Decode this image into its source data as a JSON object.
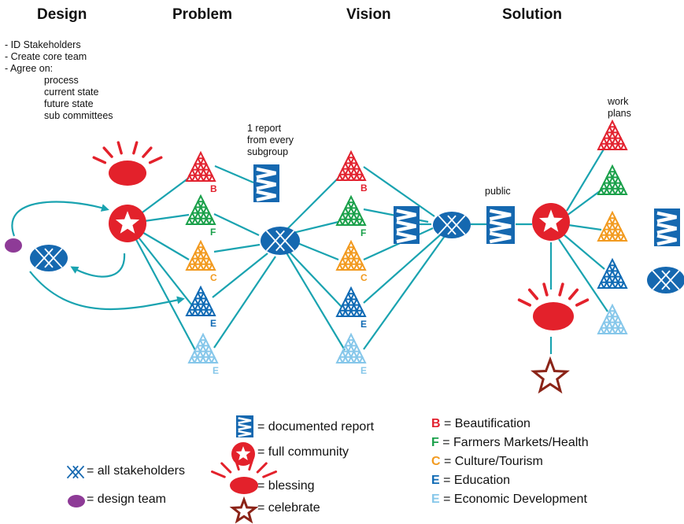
{
  "headers": {
    "design": "Design",
    "problem": "Problem",
    "vision": "Vision",
    "solution": "Solution"
  },
  "design_notes": {
    "l1": "- ID Stakeholders",
    "l2": "- Create core team",
    "l3": "- Agree on:",
    "l4": "process",
    "l5": "current state",
    "l6": "future state",
    "l7": "sub committees"
  },
  "annotations": {
    "report_l1": "1 report",
    "report_l2": "from every",
    "report_l3": "subgroup",
    "public": "public",
    "work_l1": "work",
    "work_l2": "plans"
  },
  "groups": [
    {
      "letter": "B",
      "name": "Beautification",
      "color": "#e2222f"
    },
    {
      "letter": "F",
      "name": "Farmers Markets/Health",
      "color": "#1aa04a"
    },
    {
      "letter": "C",
      "name": "Culture/Tourism",
      "color": "#f29a1f"
    },
    {
      "letter": "E",
      "name": "Education",
      "color": "#0f6ab4"
    },
    {
      "letter": "E",
      "name": "Economic Development",
      "color": "#86c7ea"
    }
  ],
  "legend_symbols": {
    "report": "= documented report",
    "community": "= full community",
    "blessing": "= blessing",
    "celebrate": "= celebrate",
    "stakeholders": "= all stakeholders",
    "design_team": "= design team"
  },
  "legend_codes": {
    "b_letter": "B",
    "b_text": "= Beautification",
    "f_letter": "F",
    "f_text": "= Farmers Markets/Health",
    "c_letter": "C",
    "c_text": "= Culture/Tourism",
    "e_letter": "E",
    "e_text": "= Education",
    "e2_letter": "E",
    "e2_text": "= Economic Development"
  },
  "colors": {
    "line": "#1aa3b0",
    "community_red": "#e3212b",
    "report_blue": "#1568b0",
    "design_purple": "#8e3b97",
    "celebrate_brown": "#8b2418"
  },
  "icons": [
    "community-icon",
    "blessing-icon",
    "stakeholders-icon",
    "report-icon",
    "design-team-icon",
    "celebrate-icon",
    "triangle-group-icon"
  ]
}
